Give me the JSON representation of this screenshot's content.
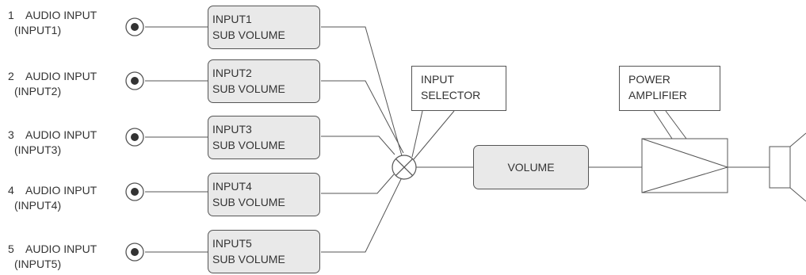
{
  "inputs": [
    {
      "number": "1",
      "label": "AUDIO INPUT",
      "sub": "(INPUT1)",
      "box_line1": "INPUT1",
      "box_line2": "SUB VOLUME"
    },
    {
      "number": "2",
      "label": "AUDIO INPUT",
      "sub": "(INPUT2)",
      "box_line1": "INPUT2",
      "box_line2": "SUB VOLUME"
    },
    {
      "number": "3",
      "label": "AUDIO INPUT",
      "sub": "(INPUT3)",
      "box_line1": "INPUT3",
      "box_line2": "SUB VOLUME"
    },
    {
      "number": "4",
      "label": "AUDIO INPUT",
      "sub": "(INPUT4)",
      "box_line1": "INPUT4",
      "box_line2": "SUB VOLUME"
    },
    {
      "number": "5",
      "label": "AUDIO INPUT",
      "sub": "(INPUT5)",
      "box_line1": "INPUT5",
      "box_line2": "SUB VOLUME"
    }
  ],
  "selector": {
    "line1": "INPUT",
    "line2": "SELECTOR"
  },
  "volume": {
    "label": "VOLUME"
  },
  "amplifier": {
    "line1": "POWER",
    "line2": "AMPLIFIER"
  },
  "colors": {
    "box_fill": "#e9e9e9",
    "stroke": "#555555",
    "text": "#333333"
  }
}
